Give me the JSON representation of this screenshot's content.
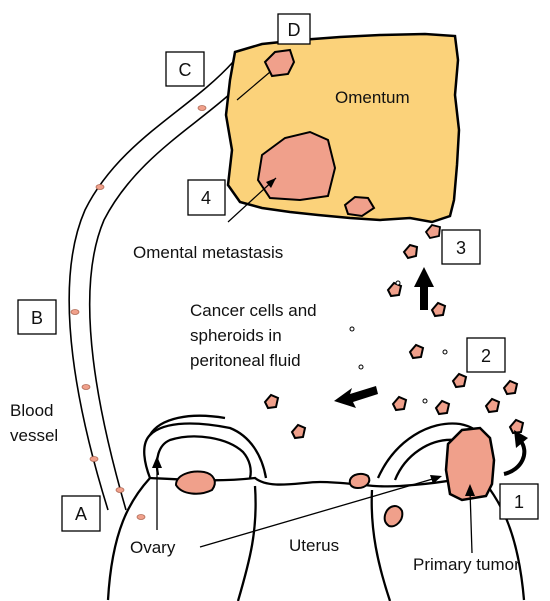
{
  "colors": {
    "omentum": "#fbd27a",
    "tumor": "#f0a08b",
    "cell_fill": "#f0a08b",
    "outline": "#000000"
  },
  "labels": {
    "omentum": "Omentum",
    "omental_metastasis": "Omental metastasis",
    "peritoneal_line1": "Cancer cells and",
    "peritoneal_line2": "spheroids in",
    "peritoneal_line3": "peritoneal fluid",
    "blood_line1": "Blood",
    "blood_line2": "vessel",
    "ovary": "Ovary",
    "uterus": "Uterus",
    "primary_tumor": "Primary tumor"
  },
  "boxes": {
    "A": "A",
    "B": "B",
    "C": "C",
    "D": "D",
    "step1": "1",
    "step2": "2",
    "step3": "3",
    "step4": "4"
  }
}
